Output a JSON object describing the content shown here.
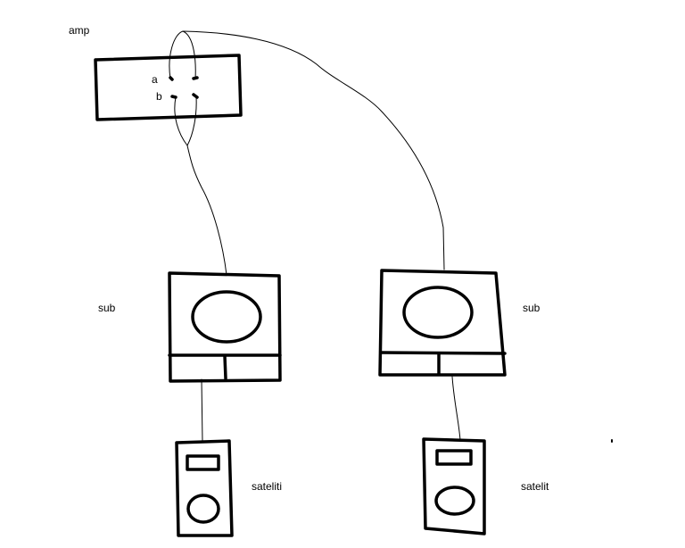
{
  "diagram": {
    "nodes": [
      {
        "id": "amp",
        "label": "amp",
        "terminals": [
          "a",
          "b"
        ]
      },
      {
        "id": "sub-left",
        "label": "sub"
      },
      {
        "id": "sub-right",
        "label": "sub"
      },
      {
        "id": "satellite-left",
        "label": "sateliti"
      },
      {
        "id": "satellite-right",
        "label": "satelit"
      }
    ],
    "edges": [
      {
        "from": "amp",
        "to": "sub-left"
      },
      {
        "from": "amp",
        "to": "sub-right"
      },
      {
        "from": "sub-left",
        "to": "satellite-left"
      },
      {
        "from": "sub-right",
        "to": "satellite-right"
      }
    ],
    "colors": {
      "ink": "#000000",
      "background": "#ffffff"
    }
  }
}
